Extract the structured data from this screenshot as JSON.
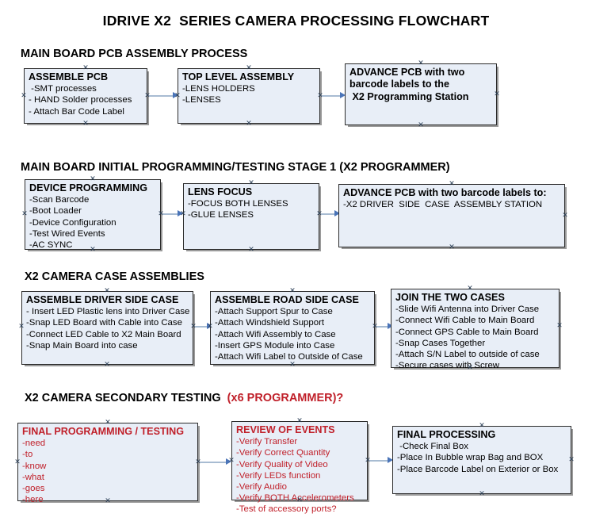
{
  "document": {
    "title": "IDRIVE X2  SERIES CAMERA PROCESSING FLOWCHART"
  },
  "colors": {
    "box_fill": "#e8eef7",
    "box_border": "#2b2b2b",
    "box_shadow": "#9a9a9a",
    "connector": "#a8bcd2",
    "arrowhead": "#4a74b8",
    "text_black": "#000000",
    "text_red": "#c0202a"
  },
  "sections": [
    {
      "heading": "MAIN BOARD PCB ASSEMBLY PROCESS",
      "heading_accent": "",
      "heading_accent_tail": ""
    },
    {
      "heading": "MAIN BOARD INITIAL PROGRAMMING/TESTING STAGE 1 (X2 PROGRAMMER)",
      "heading_accent": "",
      "heading_accent_tail": ""
    },
    {
      "heading": "X2 CAMERA CASE ASSEMBLIES",
      "heading_accent": "",
      "heading_accent_tail": ""
    },
    {
      "heading": "X2 CAMERA SECONDARY TESTING  ",
      "heading_accent": "(x6 PROGRAMMER)?",
      "heading_accent_tail": ""
    }
  ],
  "nodes": {
    "assemble_pcb": {
      "head": "ASSEMBLE PCB",
      "lines": [
        " -SMT processes",
        "- HAND Solder processes",
        "- Attach Bar Code Label"
      ]
    },
    "top_level_assembly": {
      "head": "TOP LEVEL ASSEMBLY",
      "lines": [
        "-LENS HOLDERS",
        "-LENSES"
      ]
    },
    "advance_pcb_station": {
      "head": "ADVANCE PCB with two",
      "lines": [
        "barcode labels to the",
        " X2 Programming Station"
      ]
    },
    "device_programming": {
      "head": "DEVICE PROGRAMMING",
      "lines": [
        "-Scan Barcode",
        "-Boot Loader",
        "-Device Configuration",
        "-Test Wired Events",
        "-AC SYNC"
      ]
    },
    "lens_focus": {
      "head": "LENS FOCUS",
      "lines": [
        "-FOCUS BOTH LENSES",
        "-GLUE LENSES"
      ]
    },
    "advance_pcb_driver": {
      "head": "ADVANCE PCB with two barcode labels to:",
      "lines": [
        "-X2 DRIVER  SIDE  CASE  ASSEMBLY STATION"
      ]
    },
    "assemble_driver_side_case": {
      "head": "ASSEMBLE DRIVER SIDE CASE",
      "lines": [
        "- Insert LED Plastic lens into Driver Case",
        "-Snap LED Board with Cable into Case",
        "-Connect LED Cable to X2 Main Board",
        "-Snap Main Board into case"
      ]
    },
    "assemble_road_side_case": {
      "head": "ASSEMBLE ROAD SIDE CASE",
      "lines": [
        "-Attach Support Spur to Case",
        "-Attach Windshield Support",
        "-Attach Wifi Assembly to Case",
        "-Insert GPS Module into Case",
        "-Attach Wifi Label to Outside of Case"
      ]
    },
    "join_the_two_cases": {
      "head": "JOIN THE TWO CASES",
      "lines": [
        "-Slide Wifi Antenna into Driver Case",
        "-Connect Wifi Cable to Main Board",
        "-Connect GPS Cable to Main Board",
        "-Snap Cases Together",
        "-Attach S/N Label to outside of case",
        "-Secure cases with Screw"
      ]
    },
    "final_programming_testing": {
      "head": "FINAL PROGRAMMING / TESTING",
      "lines": [
        "-need",
        "-to",
        "-know",
        "-what",
        "-goes",
        "-here"
      ]
    },
    "review_of_events": {
      "head": "REVIEW OF EVENTS",
      "lines": [
        "-Verify Transfer",
        "-Verify Correct Quantity",
        "-Verify Quality of Video",
        "-Verify LEDs function",
        "-Verify Audio",
        "-Verify BOTH Accelerometers",
        "-Test of accessory ports?"
      ]
    },
    "final_processing": {
      "head": "FINAL PROCESSING",
      "lines": [
        " -Check Final Box",
        "-Place In Bubble wrap Bag and BOX",
        "-Place Barcode Label on Exterior or Box"
      ]
    }
  }
}
